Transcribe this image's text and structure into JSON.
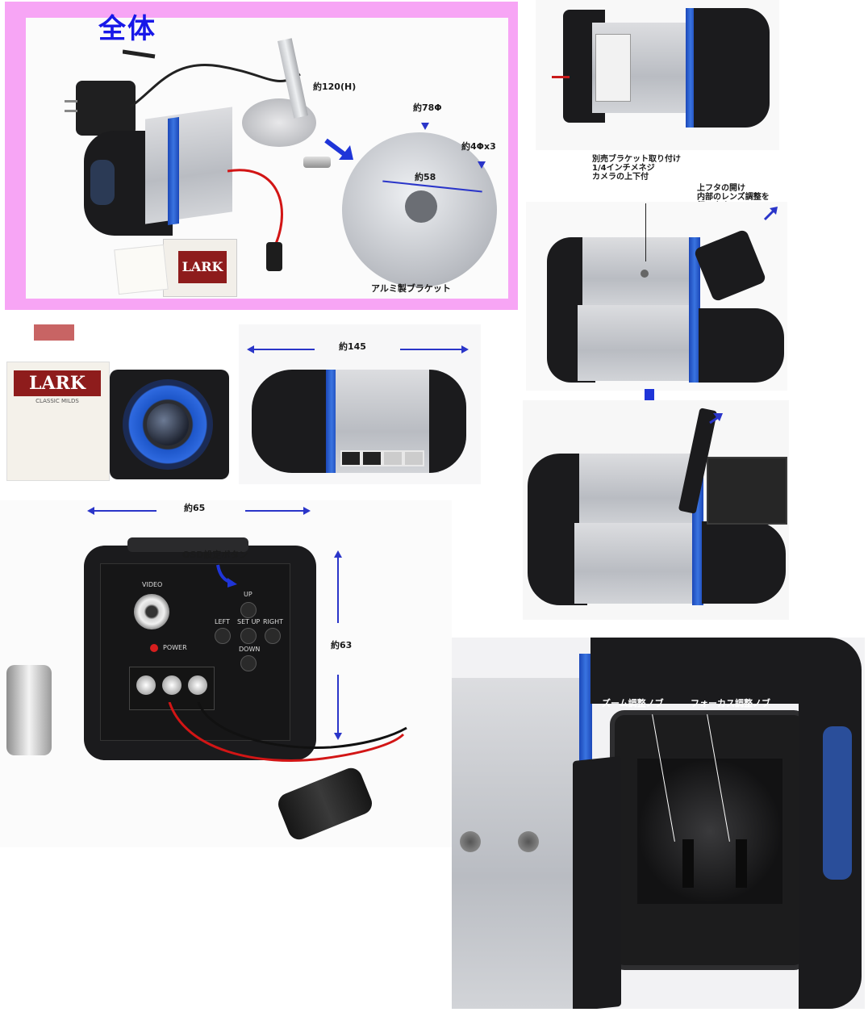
{
  "main": {
    "title": "全体",
    "height_label": "約120(H)",
    "diameter_label": "約78Φ",
    "hole_label": "約4Φx3",
    "pitch_label": "約58",
    "bracket_label": "アルミ製ブラケット",
    "lark_text": "LARK"
  },
  "top_right": {
    "bracket_note": "別売ブラケット取り付け\n1/4インチメネジ\nカメラの上下付",
    "lid_note": "上フタの開け\n内部のレンズ調整を\n行います"
  },
  "size_panel": {
    "width_label": "約145",
    "lark_text": "LARK",
    "lark_sub": "CLASSIC MILDS"
  },
  "rear_panel": {
    "width_label": "約65",
    "height_label": "約63",
    "osd_label": "OSD設定ボタン",
    "video_label": "VIDEO",
    "power_label": "POWER",
    "up_label": "UP",
    "left_label": "LEFT",
    "setup_label": "SET UP",
    "right_label": "RIGHT",
    "down_label": "DOWN"
  },
  "lens_panel": {
    "zoom_label": "ズーム調整ノブ",
    "focus_label": "フォーカス調整ノブ"
  },
  "colors": {
    "frame_pink": "#f7a5f5",
    "accent_blue": "#1818e8",
    "camera_blue": "#2a5fd0"
  }
}
